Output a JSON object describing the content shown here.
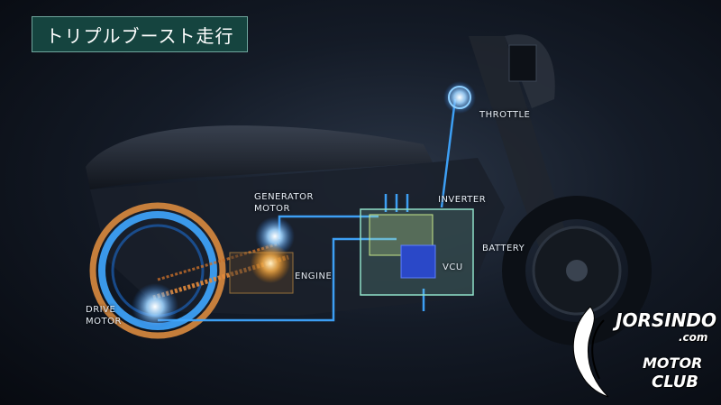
{
  "title": "トリプルブースト走行",
  "labels": {
    "throttle": "THROTTLE",
    "generator": [
      "GENERATOR",
      "MOTOR"
    ],
    "inverter": "INVERTER",
    "battery": "BATTERY",
    "engine": "ENGINE",
    "vcu": "VCU",
    "drive": [
      "DRIVE",
      "MOTOR"
    ]
  },
  "watermark": {
    "brand": "JORSINDO",
    "domain": ".com",
    "line1": "MOTOR",
    "line2": "CLUB"
  },
  "colors": {
    "title_bg": "#15443f",
    "flow_line": "#3fa6ff",
    "motor_glow": "#7fc8ff",
    "ring_orange": "#d98a3e",
    "battery_green": "#8fe0c8"
  }
}
